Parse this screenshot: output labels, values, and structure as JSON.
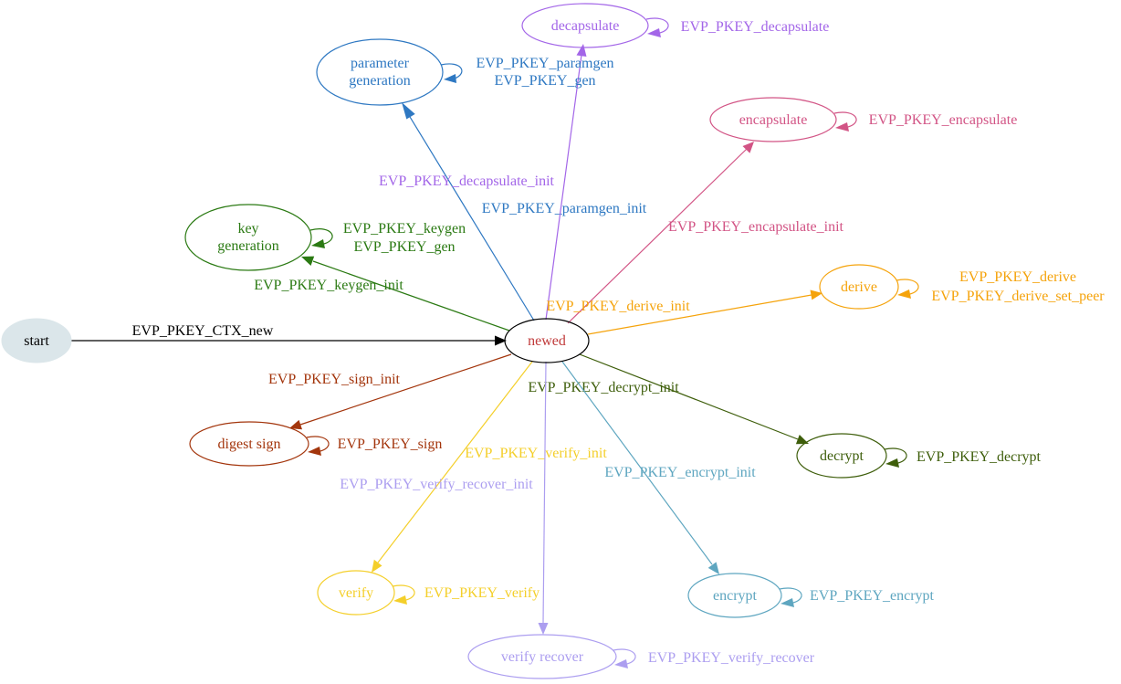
{
  "colors": {
    "black": "#000000",
    "start_fill": "#dbe6ea",
    "newed_text": "#c03a3a",
    "paramgen": "#2e78c2",
    "decapsulate": "#a366e8",
    "encapsulate": "#d25485",
    "keygen": "#2b7a13",
    "derive": "#f5a30b",
    "sign": "#a3350c",
    "decrypt": "#3e5e0b",
    "verify": "#f4cf2a",
    "verify_recover": "#ac9ef0",
    "encrypt": "#5ea6c0"
  },
  "nodes": {
    "start": {
      "label": "start"
    },
    "newed": {
      "label": "newed"
    },
    "paramgen": {
      "line1": "parameter",
      "line2": "generation"
    },
    "keygen": {
      "line1": "key",
      "line2": "generation"
    },
    "decapsulate": {
      "label": "decapsulate"
    },
    "encapsulate": {
      "label": "encapsulate"
    },
    "derive": {
      "label": "derive"
    },
    "digest_sign": {
      "label": "digest sign"
    },
    "decrypt": {
      "label": "decrypt"
    },
    "verify": {
      "label": "verify"
    },
    "verify_recover": {
      "label": "verify recover"
    },
    "encrypt": {
      "label": "encrypt"
    }
  },
  "edges": {
    "start_newed": "EVP_PKEY_CTX_new",
    "paramgen_init": "EVP_PKEY_paramgen_init",
    "decapsulate_init": "EVP_PKEY_decapsulate_init",
    "encapsulate_init": "EVP_PKEY_encapsulate_init",
    "keygen_init": "EVP_PKEY_keygen_init",
    "derive_init": "EVP_PKEY_derive_init",
    "sign_init": "EVP_PKEY_sign_init",
    "decrypt_init": "EVP_PKEY_decrypt_init",
    "verify_init": "EVP_PKEY_verify_init",
    "verify_recover_init": "EVP_PKEY_verify_recover_init",
    "encrypt_init": "EVP_PKEY_encrypt_init"
  },
  "loops": {
    "paramgen_1": "EVP_PKEY_paramgen",
    "paramgen_2": "EVP_PKEY_gen",
    "keygen_1": "EVP_PKEY_keygen",
    "keygen_2": "EVP_PKEY_gen",
    "decapsulate": "EVP_PKEY_decapsulate",
    "encapsulate": "EVP_PKEY_encapsulate",
    "derive_1": "EVP_PKEY_derive",
    "derive_2": "EVP_PKEY_derive_set_peer",
    "sign": "EVP_PKEY_sign",
    "decrypt": "EVP_PKEY_decrypt",
    "verify": "EVP_PKEY_verify",
    "verify_recover": "EVP_PKEY_verify_recover",
    "encrypt": "EVP_PKEY_encrypt"
  }
}
